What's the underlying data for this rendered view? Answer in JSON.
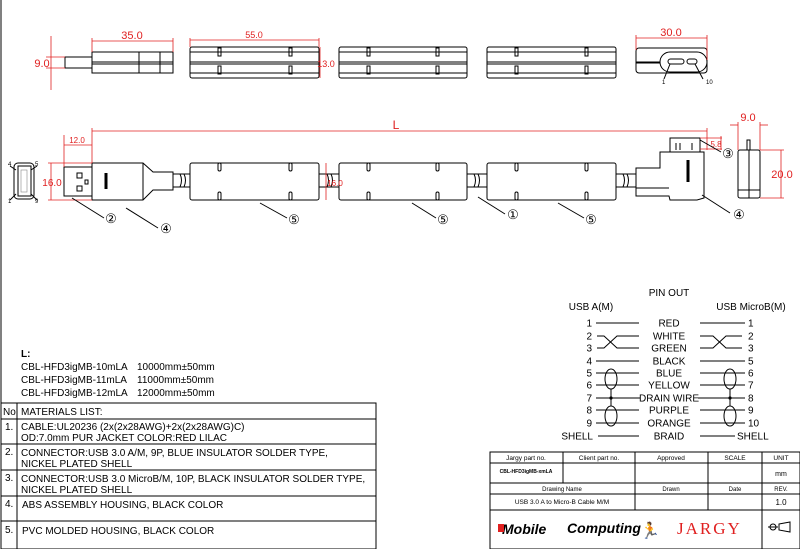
{
  "dimensions": {
    "plug_length": "35.0",
    "plug_height": "9.0",
    "housing_length": "55.0",
    "housing_height": "13.0",
    "micro_width": "30.0",
    "overall_length": "L",
    "plug_tip": "12.0",
    "plug_width": "16.0",
    "housing_width": "16.0",
    "micro_tip": "5.8",
    "micro_depth": "9.0",
    "micro_height": "20.0",
    "micro_pin_first": "1",
    "micro_pin_last": "10",
    "usba_pins": [
      "4",
      "5",
      "1",
      "9"
    ]
  },
  "callouts": [
    "②",
    "④",
    "⑤",
    "⑤",
    "①",
    "⑤",
    "③",
    "④"
  ],
  "lengths": {
    "heading": "L:",
    "rows": [
      {
        "part": "CBL-HFD3igMB-10mLA",
        "length": "10000mm±50mm"
      },
      {
        "part": "CBL-HFD3igMB-11mLA",
        "length": "11000mm±50mm"
      },
      {
        "part": "CBL-HFD3igMB-12mLA",
        "length": "12000mm±50mm"
      }
    ]
  },
  "materials": {
    "no_header": "No",
    "title": "MATERIALS LIST:",
    "items": [
      {
        "no": "1.",
        "lines": [
          "CABLE:UL20236 (2x(2x28AWG)+2x(2x28AWG)C)",
          "OD:7.0mm  PUR JACKET COLOR:RED LILAC"
        ]
      },
      {
        "no": "2.",
        "lines": [
          "CONNECTOR:USB 3.0 A/M, 9P, BLUE INSULATOR SOLDER TYPE,",
          "NICKEL PLATED SHELL"
        ]
      },
      {
        "no": "3.",
        "lines": [
          "CONNECTOR:USB 3.0 MicroB/M, 10P, BLACK INSULATOR SOLDER TYPE,",
          "NICKEL PLATED SHELL"
        ]
      },
      {
        "no": "4.",
        "lines": [
          "ABS ASSEMBLY HOUSING, BLACK COLOR"
        ]
      },
      {
        "no": "5.",
        "lines": [
          "PVC MOLDED HOUSING, BLACK COLOR"
        ]
      }
    ]
  },
  "pinout": {
    "title": "PIN OUT",
    "left_header": "USB A(M)",
    "right_header": "USB MicroB(M)",
    "rows": [
      {
        "a": "1",
        "wire": "RED",
        "b": "1"
      },
      {
        "a": "2",
        "wire": "WHITE",
        "b": "2"
      },
      {
        "a": "3",
        "wire": "GREEN",
        "b": "3"
      },
      {
        "a": "4",
        "wire": "BLACK",
        "b": "5"
      },
      {
        "a": "5",
        "wire": "BLUE",
        "b": "6"
      },
      {
        "a": "6",
        "wire": "YELLOW",
        "b": "7"
      },
      {
        "a": "7",
        "wire": "DRAIN WIRE",
        "b": "8"
      },
      {
        "a": "8",
        "wire": "PURPLE",
        "b": "9"
      },
      {
        "a": "9",
        "wire": "ORANGE",
        "b": "10"
      },
      {
        "a": "SHELL",
        "wire": "BRAID",
        "b": "SHELL"
      }
    ]
  },
  "title_block": {
    "jargy_part_label": "Jargy part no.",
    "client_part_label": "Client part no.",
    "approved_label": "Approved",
    "scale_label": "SCALE",
    "unit_label": "UNIT",
    "jargy_part_value": "CBL-HFD3igMB-xmLA",
    "unit_value": "mm",
    "drawing_name_label": "Drawing Name",
    "drawn_label": "Drawn",
    "date_label": "Date",
    "rev_label": "REV.",
    "drawing_name_value": "USB 3.0 A to Micro-B Cable M/M",
    "rev_value": "1.0",
    "logo_mobile": "Mobile",
    "logo_computing": "Computing",
    "logo_jargy": "JARGY"
  },
  "colors": {
    "dimension": "#e02020",
    "line": "#000000",
    "logo_red": "#e02020"
  }
}
